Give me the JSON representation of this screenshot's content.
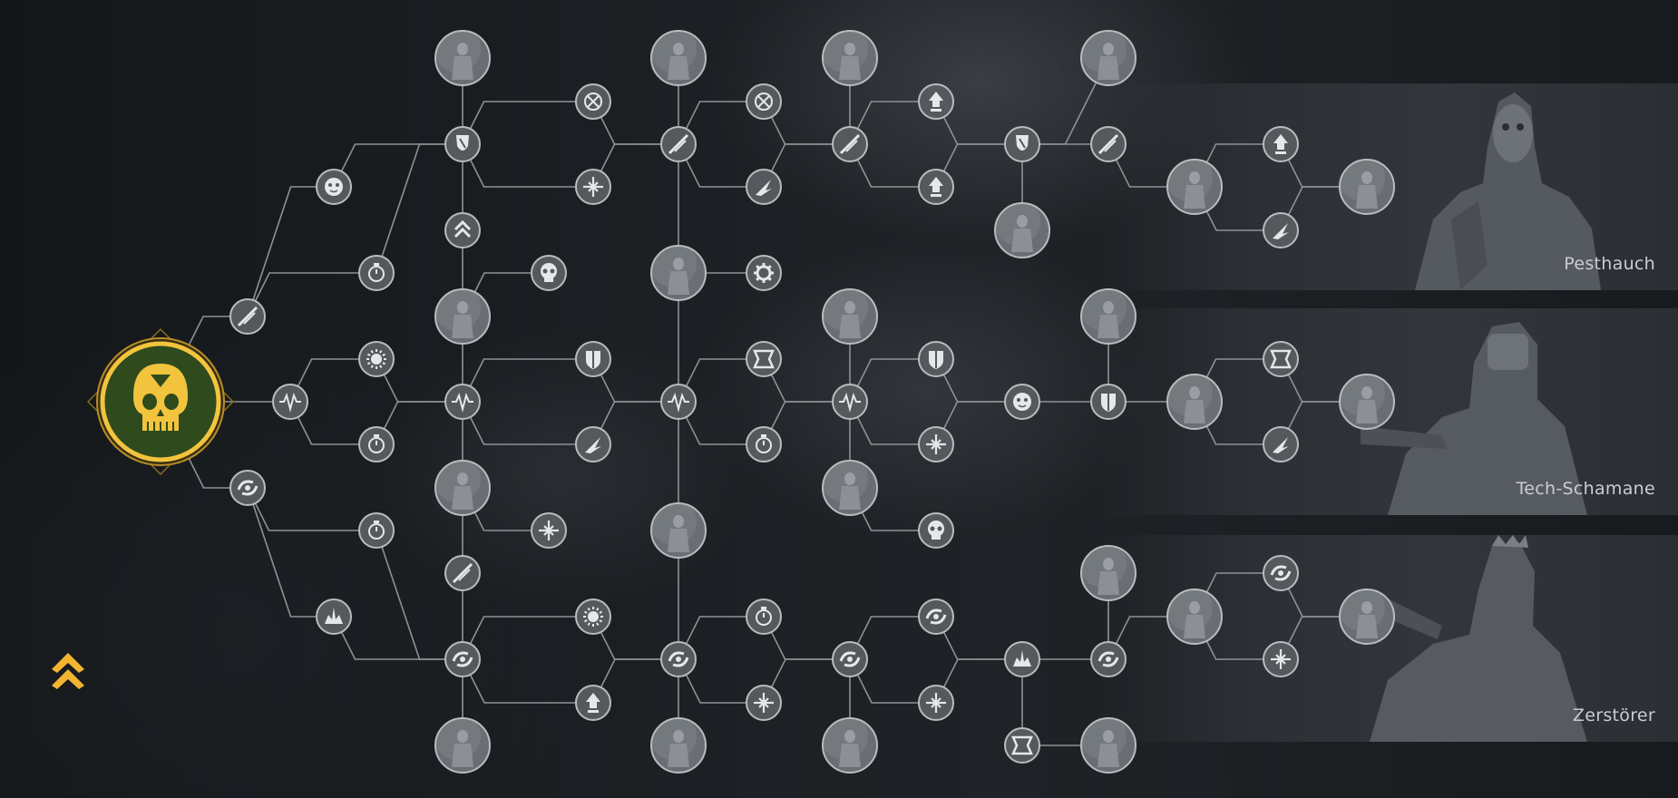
{
  "specializations": [
    {
      "name": "Pesthauch",
      "portrait_icon": "plague-marine-portrait"
    },
    {
      "name": "Tech-Schamane",
      "portrait_icon": "tech-shaman-portrait"
    },
    {
      "name": "Zerstörer",
      "portrait_icon": "destroyer-portrait"
    }
  ],
  "class_emblem": {
    "icon": "skull-emblem-icon",
    "color": "#f2c43d",
    "background": "#2f4a1c"
  },
  "rank_indicator": {
    "icon": "double-chevron-up-icon",
    "color": "#f2b431"
  },
  "colors": {
    "line": "#8e9296",
    "node_fill": "#55595e",
    "node_stroke": "#b9bcbf",
    "glyph": "#e6e7e8"
  }
}
